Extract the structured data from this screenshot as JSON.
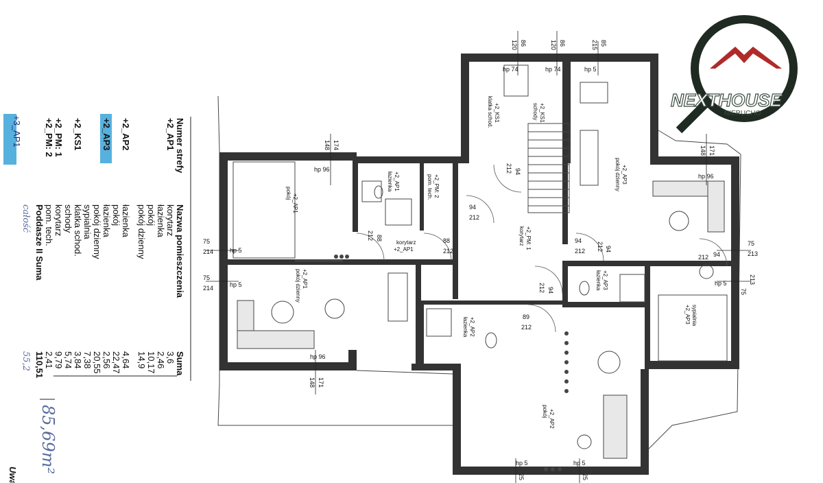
{
  "table": {
    "headers": {
      "zone": "Numer strefy",
      "name": "Nazwa pomieszczenia",
      "sum": "Suma"
    },
    "groups": [
      {
        "zone": "+2_AP1",
        "rows": [
          {
            "name": "korytarz",
            "sum": "3,6"
          },
          {
            "name": "łazienka",
            "sum": "2,46"
          },
          {
            "name": "pokój",
            "sum": "10,17"
          },
          {
            "name": "pokój dzienny",
            "sum": "14,9"
          }
        ]
      },
      {
        "zone": "+2_AP2",
        "rows": [
          {
            "name": "łazienka",
            "sum": "4,64"
          },
          {
            "name": "pokój",
            "sum": "22,47"
          }
        ]
      },
      {
        "zone": "+2_AP3",
        "highlight": "#3aa3d8",
        "rows": [
          {
            "name": "łazienka",
            "sum": "2,56"
          },
          {
            "name": "pokój dzienny",
            "sum": "20,55"
          },
          {
            "name": "sypialnia",
            "sum": "7,38"
          }
        ]
      },
      {
        "zone": "+2_KS1",
        "rows": [
          {
            "name": "klatka schod.",
            "sum": "3,84"
          },
          {
            "name": "schody",
            "sum": "5,74"
          }
        ]
      },
      {
        "zone": "+2_PM: 1",
        "rows": [
          {
            "name": "korytarz",
            "sum": "9,79"
          }
        ]
      },
      {
        "zone": "+2_PM: 2",
        "rows": [
          {
            "name": "pom. tech.",
            "sum": "2,41"
          }
        ]
      }
    ],
    "total": {
      "label": "Poddasze II Suma",
      "sum": "110,51"
    },
    "handwritten": {
      "zone": "+3_AP1",
      "zone_color": "#3aa3d8",
      "note": "całość",
      "sum": "55,2",
      "big": "85,69m²"
    },
    "footer": "Uwaga"
  },
  "logo": {
    "word": "NEXTHOUSE",
    "sub": "NIERUCHO"
  },
  "plan": {
    "rooms": [
      {
        "id": "klatka-schod",
        "label": "klatka schod.",
        "code": "+2_KS1"
      },
      {
        "id": "schody",
        "label": "schody",
        "code": "+2_KS1"
      },
      {
        "id": "lazienka-ap1",
        "label": "łazienka",
        "code": "+2_AP1"
      },
      {
        "id": "pom-tech",
        "label": "pom. tech.",
        "code": "+2_PM: 2"
      },
      {
        "id": "pokoj-ap1",
        "label": "pokój",
        "code": "+2_AP1"
      },
      {
        "id": "korytarz-ap1",
        "label": "korytarz",
        "code": "+2_AP1"
      },
      {
        "id": "korytarz-pm1",
        "label": "korytarz",
        "code": "+2_PM: 1"
      },
      {
        "id": "pokoj-dzienny-ap1",
        "label": "pokój dzienny",
        "code": "+2_AP1"
      },
      {
        "id": "lazienka-ap2",
        "label": "łazienka",
        "code": "+2_AP2"
      },
      {
        "id": "pokoj-ap2",
        "label": "pokój",
        "code": "+2_AP2"
      },
      {
        "id": "pokoj-dzienny-ap3",
        "label": "pokój dzienny",
        "code": "+2_AP3"
      },
      {
        "id": "lazienka-ap3",
        "label": "łazienka",
        "code": "+2_AP3"
      },
      {
        "id": "sypialnia-ap3",
        "label": "sypialnia",
        "code": "+2_AP3"
      }
    ],
    "hp": {
      "hp74": "hp 74",
      "hp5": "hp 5",
      "hp96": "hp 96"
    },
    "dims": {
      "d86": "86",
      "d120": "120",
      "d85": "85",
      "d215": "215",
      "d174": "174",
      "d148": "148",
      "d171": "171",
      "d75": "75",
      "d214": "214",
      "d213": "213",
      "d94": "94",
      "d212": "212",
      "d88": "88",
      "d89": "89",
      "d25": "25"
    }
  }
}
